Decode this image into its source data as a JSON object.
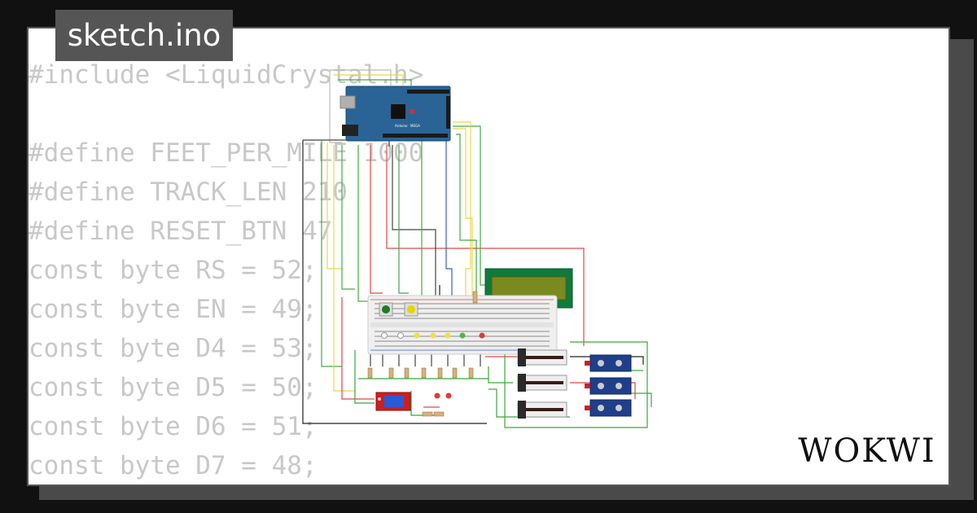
{
  "tab": {
    "filename": "sketch.ino"
  },
  "code": {
    "lines": [
      "#include <LiquidCrystal.h>",
      "",
      "#define FEET_PER_MILE 1000",
      "#define TRACK_LEN 210",
      "#define RESET_BTN 47",
      "const byte RS = 52;",
      "const byte EN = 49;",
      "const byte D4 = 53;",
      "const byte D5 = 50;",
      "const byte D6 = 51;",
      "const byte D7 = 48;"
    ]
  },
  "board": {
    "brand": "Arduino",
    "model": "MEGA"
  },
  "brand": {
    "name": "WOKWI"
  },
  "colors": {
    "background": "#111111",
    "card": "#ffffff",
    "tab": "#555555",
    "code_text": "#c8c8c8",
    "board": "#2a6496",
    "lcd_frame": "#0f7a3c",
    "lcd_screen": "#7a8a1e",
    "wire_green": "#3aa83a",
    "wire_red": "#e04848",
    "wire_yellow": "#e8d84a",
    "wire_black": "#222222",
    "wire_blue": "#3a5ae0"
  },
  "icons": [
    "arduino-mega-board",
    "lcd-1602",
    "breadboard",
    "push-button",
    "led",
    "resistor",
    "relay-module",
    "slide-potentiometer",
    "ir-sensor-module",
    "wokwi-logo"
  ]
}
